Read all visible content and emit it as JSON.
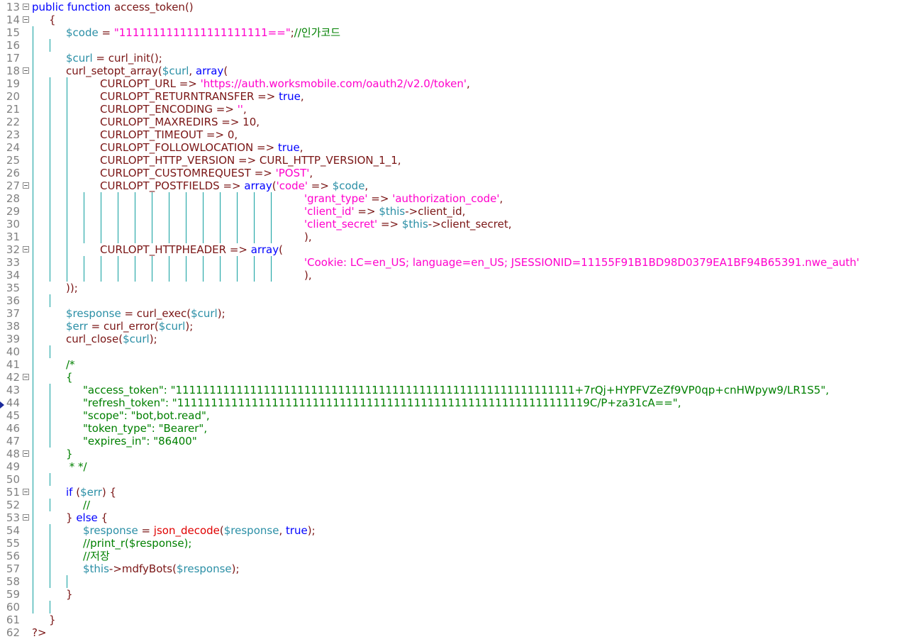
{
  "colors": {
    "keyword": "#0000ff",
    "var": "#2b8fa6",
    "plain": "#7a1515",
    "string": "#ff00cc",
    "comment": "#008000",
    "func": "#e00000",
    "number": "#7a1515",
    "linenum": "#808080",
    "guide": "#0f9f9f"
  },
  "editor": {
    "lines": [
      {
        "n": "13",
        "fold": true,
        "indent": 0,
        "tokens": [
          [
            "keyword",
            "public function "
          ],
          [
            "plain",
            "access_token()"
          ]
        ]
      },
      {
        "n": "14",
        "fold": true,
        "indent": 1,
        "tokens": [
          [
            "plain",
            "{"
          ]
        ]
      },
      {
        "n": "15",
        "fold": false,
        "indent": 2,
        "tokens": [
          [
            "var",
            "$code"
          ],
          [
            "plain",
            " = "
          ],
          [
            "string",
            "\"1111111111111111111111==\""
          ],
          [
            "plain",
            ";"
          ],
          [
            "comment",
            "//인가코드"
          ]
        ]
      },
      {
        "n": "16",
        "fold": false,
        "indent": 2,
        "tokens": []
      },
      {
        "n": "17",
        "fold": false,
        "indent": 2,
        "tokens": [
          [
            "var",
            "$curl"
          ],
          [
            "plain",
            " = curl_init();"
          ]
        ]
      },
      {
        "n": "18",
        "fold": true,
        "indent": 2,
        "tokens": [
          [
            "plain",
            "curl_setopt_array("
          ],
          [
            "var",
            "$curl"
          ],
          [
            "plain",
            ", "
          ],
          [
            "keyword",
            "array"
          ],
          [
            "plain",
            "("
          ]
        ]
      },
      {
        "n": "19",
        "fold": false,
        "indent": 4,
        "tokens": [
          [
            "plain",
            "CURLOPT_URL => "
          ],
          [
            "string",
            "'https://auth.worksmobile.com/oauth2/v2.0/token'"
          ],
          [
            "plain",
            ","
          ]
        ]
      },
      {
        "n": "20",
        "fold": false,
        "indent": 4,
        "tokens": [
          [
            "plain",
            "CURLOPT_RETURNTRANSFER => "
          ],
          [
            "keyword",
            "true"
          ],
          [
            "plain",
            ","
          ]
        ]
      },
      {
        "n": "21",
        "fold": false,
        "indent": 4,
        "tokens": [
          [
            "plain",
            "CURLOPT_ENCODING => "
          ],
          [
            "string",
            "''"
          ],
          [
            "plain",
            ","
          ]
        ]
      },
      {
        "n": "22",
        "fold": false,
        "indent": 4,
        "tokens": [
          [
            "plain",
            "CURLOPT_MAXREDIRS => 10,"
          ]
        ]
      },
      {
        "n": "23",
        "fold": false,
        "indent": 4,
        "tokens": [
          [
            "plain",
            "CURLOPT_TIMEOUT => 0,"
          ]
        ]
      },
      {
        "n": "24",
        "fold": false,
        "indent": 4,
        "tokens": [
          [
            "plain",
            "CURLOPT_FOLLOWLOCATION => "
          ],
          [
            "keyword",
            "true"
          ],
          [
            "plain",
            ","
          ]
        ]
      },
      {
        "n": "25",
        "fold": false,
        "indent": 4,
        "tokens": [
          [
            "plain",
            "CURLOPT_HTTP_VERSION => CURL_HTTP_VERSION_1_1,"
          ]
        ]
      },
      {
        "n": "26",
        "fold": false,
        "indent": 4,
        "tokens": [
          [
            "plain",
            "CURLOPT_CUSTOMREQUEST => "
          ],
          [
            "string",
            "'POST'"
          ],
          [
            "plain",
            ","
          ]
        ]
      },
      {
        "n": "27",
        "fold": true,
        "indent": 4,
        "tokens": [
          [
            "plain",
            "CURLOPT_POSTFIELDS => "
          ],
          [
            "keyword",
            "array"
          ],
          [
            "plain",
            "("
          ],
          [
            "string",
            "'code'"
          ],
          [
            "plain",
            " => "
          ],
          [
            "var",
            "$code"
          ],
          [
            "plain",
            ","
          ]
        ]
      },
      {
        "n": "28",
        "fold": false,
        "indent": 16,
        "tokens": [
          [
            "string",
            "'grant_type'"
          ],
          [
            "plain",
            " => "
          ],
          [
            "string",
            "'authorization_code'"
          ],
          [
            "plain",
            ","
          ]
        ]
      },
      {
        "n": "29",
        "fold": false,
        "indent": 16,
        "tokens": [
          [
            "string",
            "'client_id'"
          ],
          [
            "plain",
            " => "
          ],
          [
            "var",
            "$this"
          ],
          [
            "plain",
            "->client_id,"
          ]
        ]
      },
      {
        "n": "30",
        "fold": false,
        "indent": 16,
        "tokens": [
          [
            "string",
            "'client_secret'"
          ],
          [
            "plain",
            " => "
          ],
          [
            "var",
            "$this"
          ],
          [
            "plain",
            "->client_secret,"
          ]
        ]
      },
      {
        "n": "31",
        "fold": false,
        "indent": 16,
        "tokens": [
          [
            "plain",
            "),"
          ]
        ]
      },
      {
        "n": "32",
        "fold": true,
        "indent": 4,
        "tokens": [
          [
            "plain",
            "CURLOPT_HTTPHEADER => "
          ],
          [
            "keyword",
            "array"
          ],
          [
            "plain",
            "("
          ]
        ]
      },
      {
        "n": "33",
        "fold": false,
        "indent": 16,
        "tokens": [
          [
            "string",
            "'Cookie: LC=en_US; language=en_US; JSESSIONID=11155F91B1BD98D0379EA1BF94B65391.nwe_auth'"
          ]
        ]
      },
      {
        "n": "34",
        "fold": false,
        "indent": 16,
        "tokens": [
          [
            "plain",
            "),"
          ]
        ]
      },
      {
        "n": "35",
        "fold": false,
        "indent": 2,
        "tokens": [
          [
            "plain",
            "));"
          ]
        ]
      },
      {
        "n": "36",
        "fold": false,
        "indent": 2,
        "tokens": []
      },
      {
        "n": "37",
        "fold": false,
        "indent": 2,
        "tokens": [
          [
            "var",
            "$response"
          ],
          [
            "plain",
            " = curl_exec("
          ],
          [
            "var",
            "$curl"
          ],
          [
            "plain",
            ");"
          ]
        ]
      },
      {
        "n": "38",
        "fold": false,
        "indent": 2,
        "tokens": [
          [
            "var",
            "$err"
          ],
          [
            "plain",
            " = curl_error("
          ],
          [
            "var",
            "$curl"
          ],
          [
            "plain",
            ");"
          ]
        ]
      },
      {
        "n": "39",
        "fold": false,
        "indent": 2,
        "tokens": [
          [
            "plain",
            "curl_close("
          ],
          [
            "var",
            "$curl"
          ],
          [
            "plain",
            ");"
          ]
        ]
      },
      {
        "n": "40",
        "fold": false,
        "indent": 2,
        "tokens": []
      },
      {
        "n": "41",
        "fold": false,
        "indent": 2,
        "tokens": [
          [
            "comment",
            "/*"
          ]
        ]
      },
      {
        "n": "42",
        "fold": true,
        "indent": 2,
        "tokens": [
          [
            "comment",
            "{"
          ]
        ]
      },
      {
        "n": "43",
        "fold": false,
        "indent": 3,
        "tokens": [
          [
            "comment",
            "\"access_token\": \"11111111111111111111111111111111111111111111111111111111111+7rQj+HYPFVZeZf9VP0qp+cnHWpyw9/LR1S5\","
          ]
        ]
      },
      {
        "n": "44",
        "fold": false,
        "indent": 3,
        "tokens": [
          [
            "comment",
            "\"refresh_token\": \"1111111111111111111111111111111111111111111111111111111111119C/P+za31cA==\","
          ]
        ]
      },
      {
        "n": "45",
        "fold": false,
        "indent": 3,
        "tokens": [
          [
            "comment",
            "\"scope\": \"bot,bot.read\","
          ]
        ]
      },
      {
        "n": "46",
        "fold": false,
        "indent": 3,
        "tokens": [
          [
            "comment",
            "\"token_type\": \"Bearer\","
          ]
        ]
      },
      {
        "n": "47",
        "fold": false,
        "indent": 3,
        "tokens": [
          [
            "comment",
            "\"expires_in\": \"86400\""
          ]
        ]
      },
      {
        "n": "48",
        "fold": true,
        "indent": 2,
        "tokens": [
          [
            "comment",
            "}"
          ]
        ]
      },
      {
        "n": "49",
        "fold": false,
        "indent": 2,
        "tokens": [
          [
            "comment",
            " * */"
          ]
        ]
      },
      {
        "n": "50",
        "fold": false,
        "indent": 2,
        "tokens": []
      },
      {
        "n": "51",
        "fold": true,
        "indent": 2,
        "tokens": [
          [
            "keyword",
            "if"
          ],
          [
            "plain",
            " ("
          ],
          [
            "var",
            "$err"
          ],
          [
            "plain",
            ") {"
          ]
        ]
      },
      {
        "n": "52",
        "fold": false,
        "indent": 3,
        "tokens": [
          [
            "comment",
            "//"
          ]
        ]
      },
      {
        "n": "53",
        "fold": true,
        "indent": 2,
        "tokens": [
          [
            "plain",
            "} "
          ],
          [
            "keyword",
            "else"
          ],
          [
            "plain",
            " {"
          ]
        ]
      },
      {
        "n": "54",
        "fold": false,
        "indent": 3,
        "tokens": [
          [
            "var",
            "$response"
          ],
          [
            "plain",
            " = "
          ],
          [
            "func",
            "json_decode"
          ],
          [
            "plain",
            "("
          ],
          [
            "var",
            "$response"
          ],
          [
            "plain",
            ", "
          ],
          [
            "keyword",
            "true"
          ],
          [
            "plain",
            ");"
          ]
        ]
      },
      {
        "n": "55",
        "fold": false,
        "indent": 3,
        "tokens": [
          [
            "comment",
            "//print_r($response);"
          ]
        ]
      },
      {
        "n": "56",
        "fold": false,
        "indent": 3,
        "tokens": [
          [
            "comment",
            "//저장"
          ]
        ]
      },
      {
        "n": "57",
        "fold": false,
        "indent": 3,
        "tokens": [
          [
            "var",
            "$this"
          ],
          [
            "plain",
            "->mdfyBots("
          ],
          [
            "var",
            "$response"
          ],
          [
            "plain",
            ");"
          ]
        ]
      },
      {
        "n": "58",
        "fold": false,
        "indent": 3,
        "tokens": []
      },
      {
        "n": "59",
        "fold": false,
        "indent": 2,
        "tokens": [
          [
            "plain",
            "}"
          ]
        ]
      },
      {
        "n": "60",
        "fold": false,
        "indent": 2,
        "tokens": []
      },
      {
        "n": "61",
        "fold": false,
        "indent": 1,
        "tokens": [
          [
            "plain",
            "}"
          ]
        ]
      },
      {
        "n": "62",
        "fold": false,
        "indent": 0,
        "tokens": [
          [
            "plain",
            "?>"
          ]
        ]
      }
    ]
  }
}
